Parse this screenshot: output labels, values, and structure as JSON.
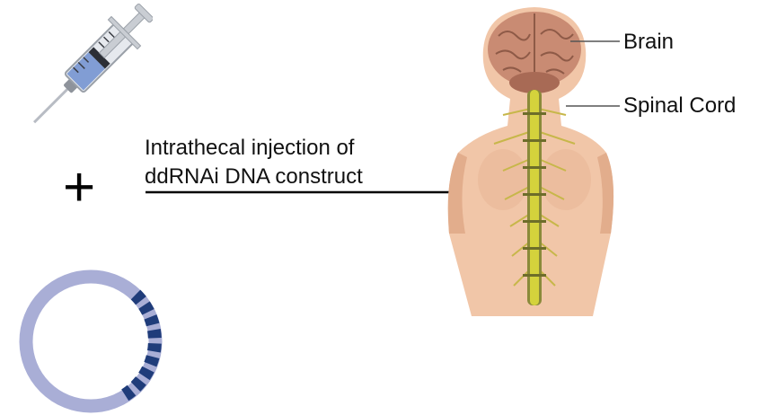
{
  "diagram": {
    "injection_text_line1": "Intrathecal injection of",
    "injection_text_line2": "ddRNAi DNA construct",
    "plus_symbol": "+",
    "label_brain": "Brain",
    "label_spinal_cord": "Spinal Cord"
  },
  "colors": {
    "plasmid_ring": "#a9aed6",
    "plasmid_insert": "#1f3c7a",
    "spinal_cord": "#d4d23c",
    "skin": "#f1c6a8",
    "brain": "#c98b73",
    "syringe_fluid": "#6f8fcf"
  },
  "icons": [
    "syringe-icon",
    "plasmid-icon",
    "human-back-anatomy-illustration"
  ]
}
